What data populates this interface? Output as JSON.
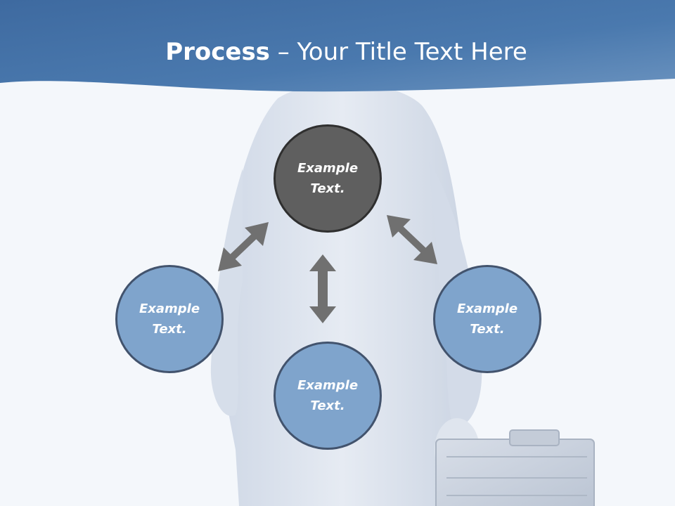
{
  "title": {
    "bold": "Process",
    "rest": " – Your Title Text Here"
  },
  "nodes": {
    "top": "Example Text.",
    "left": "Example Text.",
    "right": "Example Text.",
    "bottom": "Example Text."
  },
  "colors": {
    "header": "#4a79ae",
    "node_dark": "#5f5f5f",
    "node_blue": "#7fa4cc",
    "arrow": "#707070"
  }
}
